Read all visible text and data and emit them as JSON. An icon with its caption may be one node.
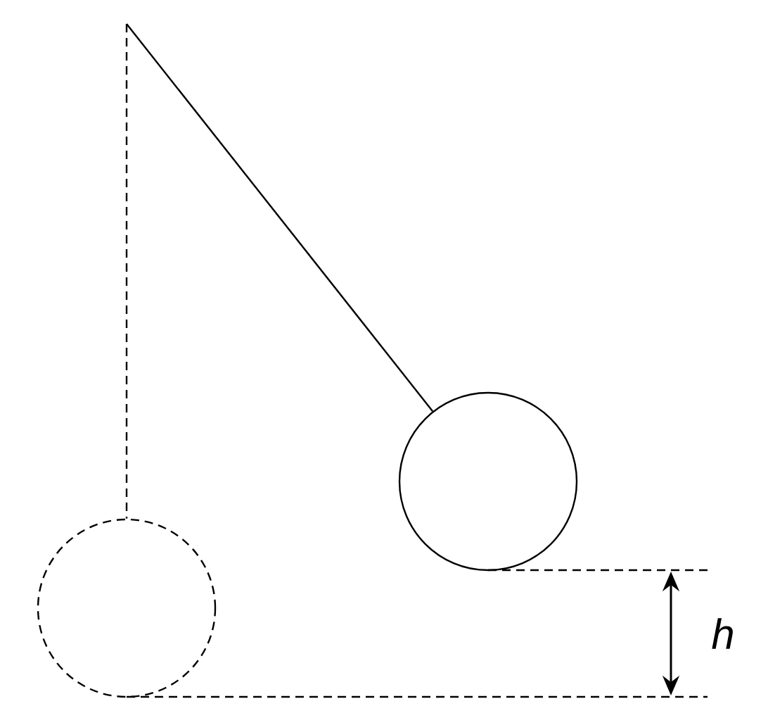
{
  "diagram": {
    "nodes": [
      {
        "text": [],
        "shape": "circle"
      },
      {
        "text": [],
        "shape": "circle"
      }
    ],
    "edges": [
      {
        "from": null,
        "to": 0,
        "arrow": "none"
      },
      {
        "from": null,
        "to": 1,
        "arrow": "none",
        "style": "dashed"
      }
    ],
    "labels": [
      "h"
    ]
  }
}
